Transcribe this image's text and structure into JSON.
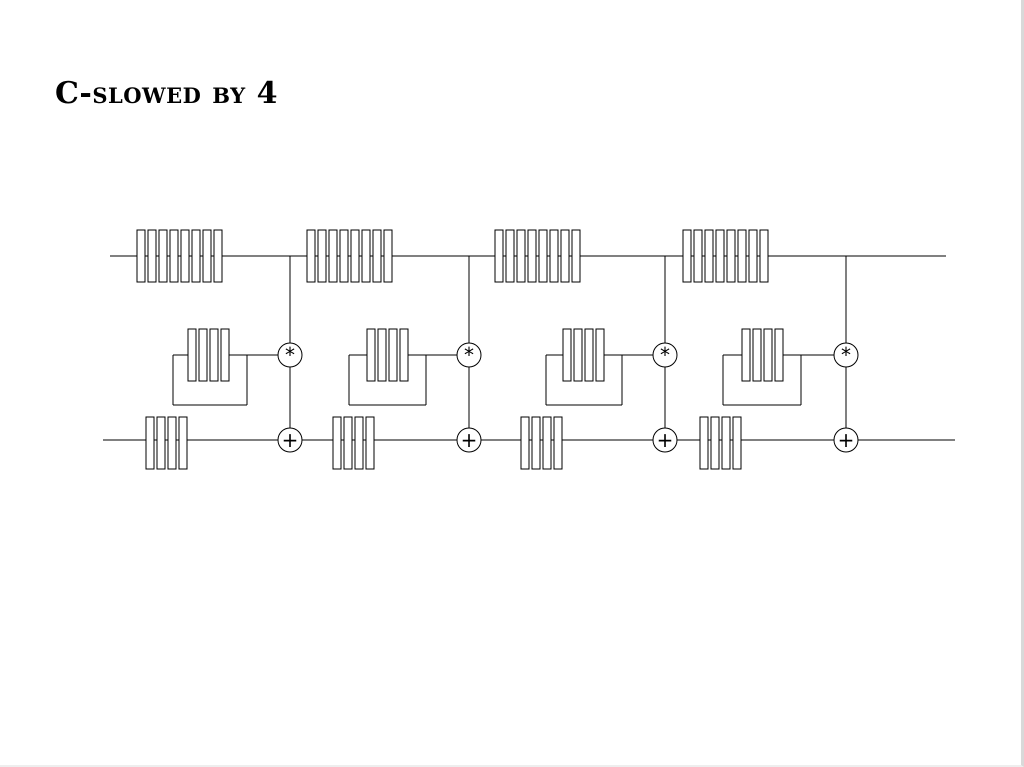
{
  "slide": {
    "title": "C-slowed by 4"
  },
  "diagram": {
    "colors": {
      "active_register": "#0000ff",
      "empty_register": "#ffffff",
      "line": "#000000"
    },
    "stage_count": 4,
    "top_chain": {
      "groups_per_stage": 2,
      "registers_per_group": 4,
      "active_slot": 0
    },
    "feedback_chain": {
      "registers_per_stage": 4,
      "active_slot": 0
    },
    "bottom_chain": {
      "registers_per_stage": 4,
      "active_slot": 0
    },
    "operators": {
      "multiply_symbol": "*",
      "add_symbol": "+"
    }
  }
}
